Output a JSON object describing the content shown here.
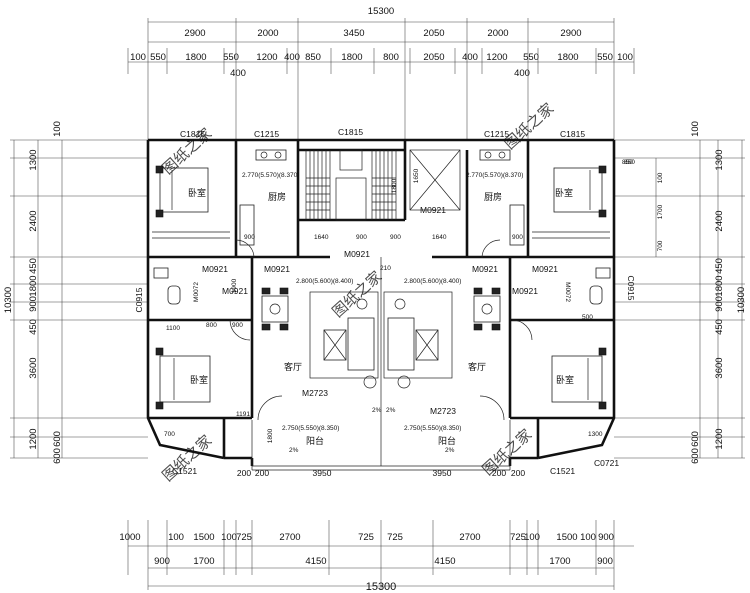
{
  "top_dims": {
    "total": "15300",
    "row1": [
      "2900",
      "2000",
      "3450",
      "2050",
      "2000",
      "2900"
    ],
    "row2": [
      "100",
      "550",
      "1800",
      "550",
      "1200",
      "400",
      "850",
      "1800",
      "800",
      "2050",
      "400",
      "1200",
      "550",
      "1800",
      "550",
      "100"
    ],
    "offsets": [
      "400",
      "400"
    ]
  },
  "bottom_dims": {
    "total": "15300",
    "row1": [
      "1000",
      "100",
      "1500",
      "100",
      "725",
      "2700",
      "725",
      "725",
      "2700",
      "725",
      "100",
      "1500",
      "100",
      "900"
    ],
    "row2": [
      "900",
      "1700",
      "4150",
      "4150",
      "1700",
      "900"
    ],
    "balcony": [
      "200",
      "200",
      "3950",
      "3950",
      "200",
      "200"
    ]
  },
  "left_dims": {
    "total": "10300",
    "outer": [
      "100",
      "1300",
      "2400",
      "1800",
      "450",
      "900",
      "450",
      "3600",
      "1200",
      "600",
      "600"
    ]
  },
  "right_dims": {
    "total": "10300",
    "outer": [
      "100",
      "1300",
      "2400",
      "1800",
      "450",
      "900",
      "450",
      "3600",
      "1200",
      "600",
      "600"
    ],
    "inner": [
      "850",
      "100",
      "1700",
      "700"
    ]
  },
  "window_labels": [
    "C1815",
    "C1215",
    "C1815",
    "C1215",
    "C1815",
    "C0915",
    "C0915",
    "C1521",
    "C1521",
    "C0721"
  ],
  "door_labels": [
    "M0921",
    "M0921",
    "M0921",
    "M0921",
    "M0921",
    "M0921",
    "M0921",
    "M0921",
    "M2723",
    "M2723",
    "M0072",
    "M0072"
  ],
  "room_labels": {
    "bedroom": "卧室",
    "kitchen": "厨房",
    "living": "客厅",
    "balcony": "阳台"
  },
  "elevations": {
    "upper": "2.770(5.570)(8.370)",
    "hall": "2.800(5.600)(8.400)",
    "balcony": "2.750(5.550)(8.350)",
    "slope": "2%"
  },
  "interior_dims": [
    "900",
    "1640",
    "900",
    "210",
    "900",
    "1640",
    "900",
    "800",
    "900",
    "500",
    "1800",
    "850",
    "1650",
    "1800",
    "1900",
    "1100",
    "700",
    "1191",
    "1300"
  ],
  "watermark": "图纸之家"
}
